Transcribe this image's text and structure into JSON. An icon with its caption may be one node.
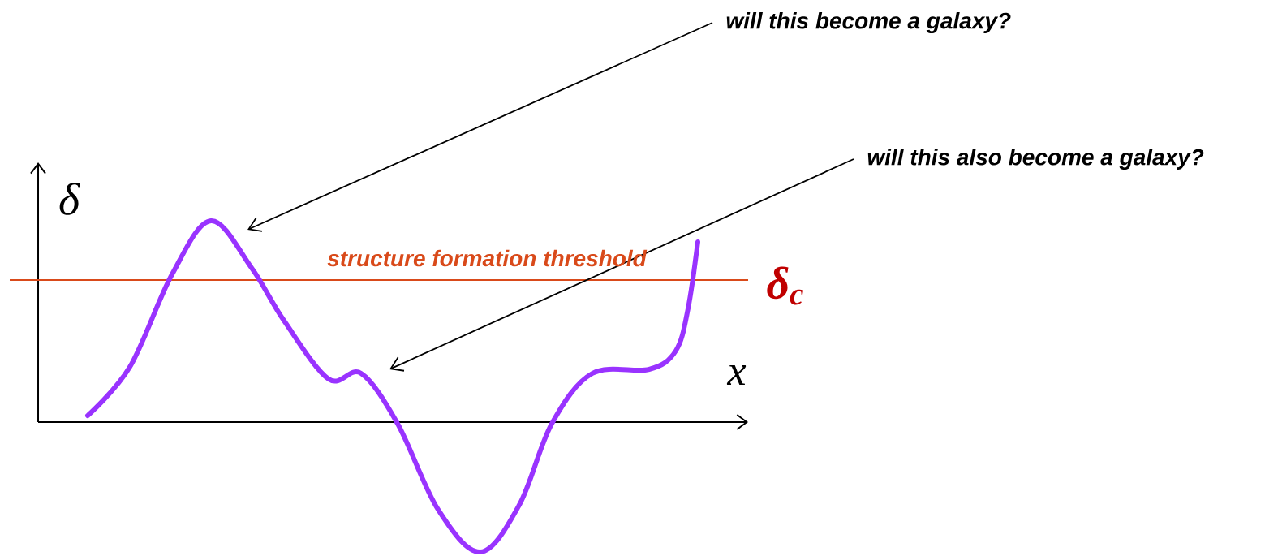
{
  "diagram": {
    "nodes": [
      {
        "text": [
          "will this become a galaxy?"
        ]
      },
      {
        "text": [
          "will this also become a galaxy?"
        ]
      }
    ],
    "edges": [
      {
        "from": 0,
        "to": null,
        "arrow": "to"
      },
      {
        "from": 1,
        "to": null,
        "arrow": "to"
      }
    ],
    "labels": [
      "δ",
      "structure formation threshold",
      "δ$_{c}$",
      "x"
    ]
  }
}
